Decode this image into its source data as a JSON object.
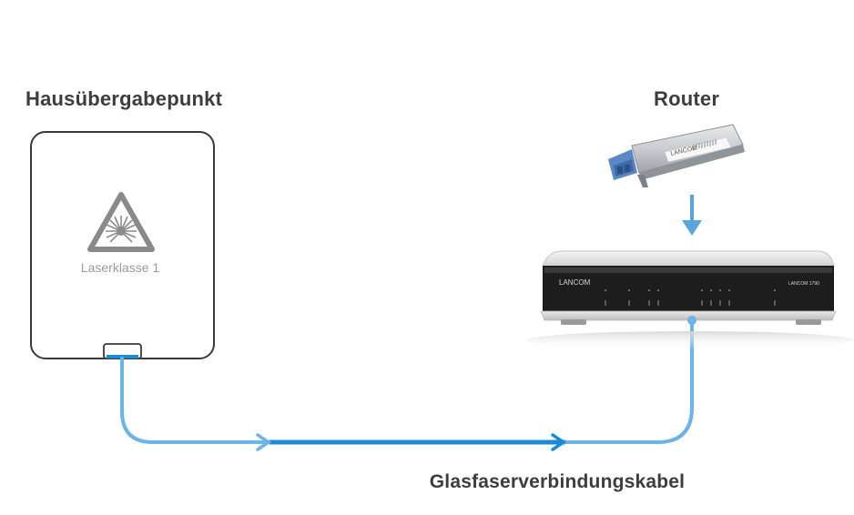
{
  "labels": {
    "hub": "Hausübergabepunkt",
    "router": "Router",
    "cable": "Glasfaserverbindungskabel",
    "laser_class": "Laserklasse 1"
  },
  "device_text": {
    "sfp_brand": "LANCOM",
    "router_brand": "LANCOM",
    "router_model": "LANCOM 1790"
  },
  "icons": {
    "laser": "laser-warning-icon",
    "arrow": "arrow-down-icon"
  },
  "colors": {
    "cable_light": "#6cb3e6",
    "cable_dark": "#1c8bd6",
    "text": "#3d3d3d",
    "hub_outline": "#3a3a3a",
    "laser_gray": "#8a8a8a"
  }
}
